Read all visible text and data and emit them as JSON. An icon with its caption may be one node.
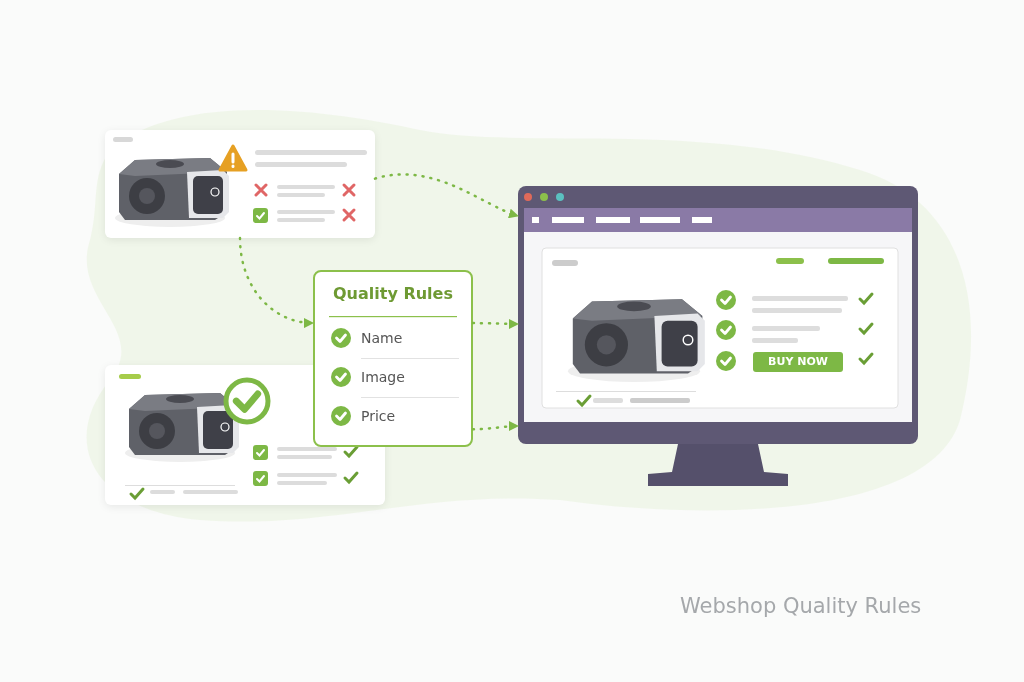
{
  "diagram": {
    "caption": "Webshop Quality Rules",
    "nodes": [
      {
        "text": [],
        "shape": "box"
      },
      {
        "text": [],
        "shape": "box"
      },
      {
        "text": [
          "Quality Rules",
          "Name",
          "Image",
          "Price"
        ]
      },
      {
        "text": [
          "BUY NOW"
        ]
      }
    ],
    "edges": [
      {
        "from": 0,
        "to": 3,
        "arrow": "to",
        "style": "dashed"
      },
      {
        "from": 0,
        "to": 2,
        "arrow": "to",
        "style": "dashed"
      },
      {
        "from": 2,
        "to": 3,
        "arrow": "to",
        "style": "dashed"
      },
      {
        "from": 2,
        "to": 3,
        "arrow": "to",
        "style": "dashed"
      }
    ]
  }
}
